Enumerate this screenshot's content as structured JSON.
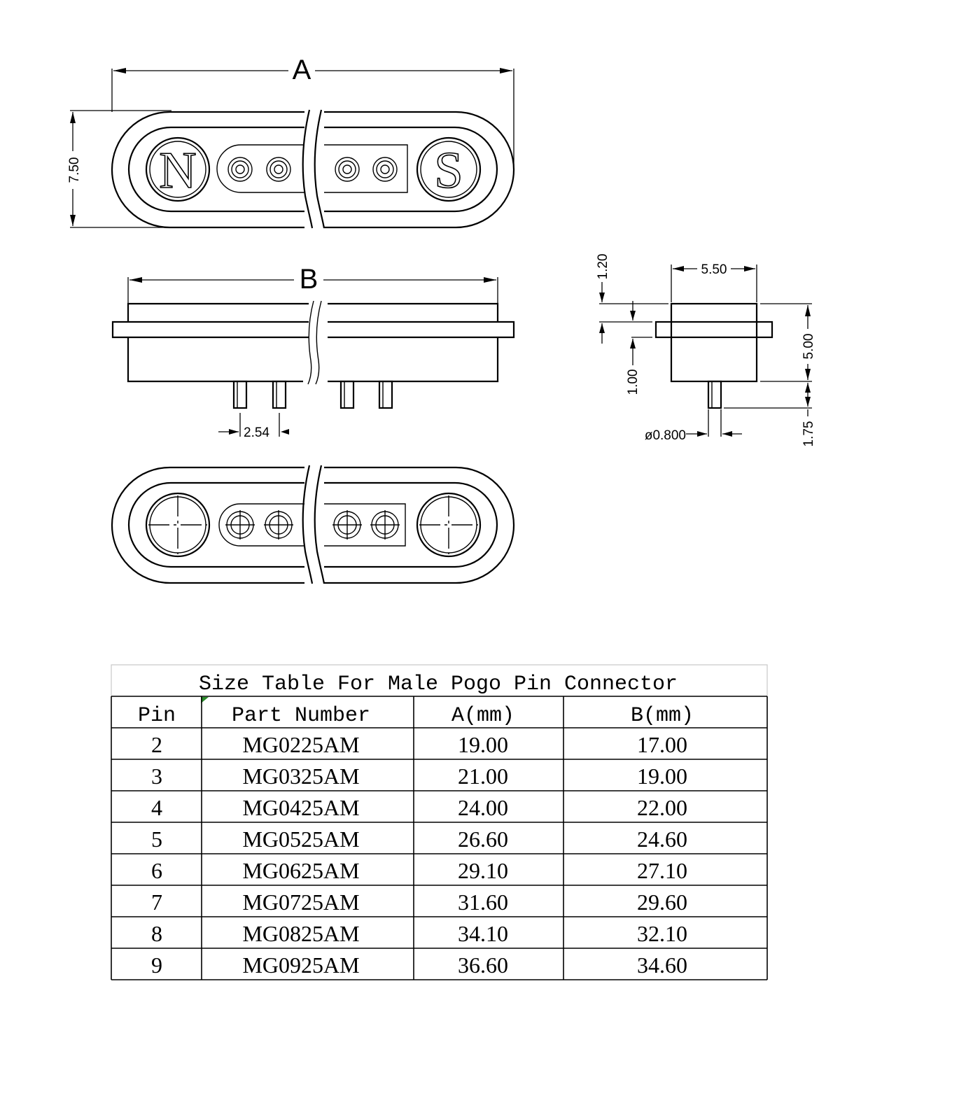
{
  "top_view": {
    "dimension_label": "A",
    "height_label": "7.50",
    "north_pole_label": "N",
    "south_pole_label": "S"
  },
  "side_view": {
    "dimension_label": "B",
    "pitch_label": "2.54"
  },
  "end_view": {
    "width_label": "5.50",
    "flange_label": "1.20",
    "flange_offset_label": "1.00",
    "height_label": "5.00",
    "pin_length_label": "1.75",
    "pin_diameter_label": "ø0.800"
  },
  "size_table": {
    "title": "Size Table For Male Pogo Pin Connector",
    "headers": [
      "Pin",
      "Part Number",
      "A(mm)",
      "B(mm)"
    ],
    "rows": [
      [
        "2",
        "MG0225AM",
        "19.00",
        "17.00"
      ],
      [
        "3",
        "MG0325AM",
        "21.00",
        "19.00"
      ],
      [
        "4",
        "MG0425AM",
        "24.00",
        "22.00"
      ],
      [
        "5",
        "MG0525AM",
        "26.60",
        "24.60"
      ],
      [
        "6",
        "MG0625AM",
        "29.10",
        "27.10"
      ],
      [
        "7",
        "MG0725AM",
        "31.60",
        "29.60"
      ],
      [
        "8",
        "MG0825AM",
        "34.10",
        "32.10"
      ],
      [
        "9",
        "MG0925AM",
        "36.60",
        "34.60"
      ]
    ]
  }
}
